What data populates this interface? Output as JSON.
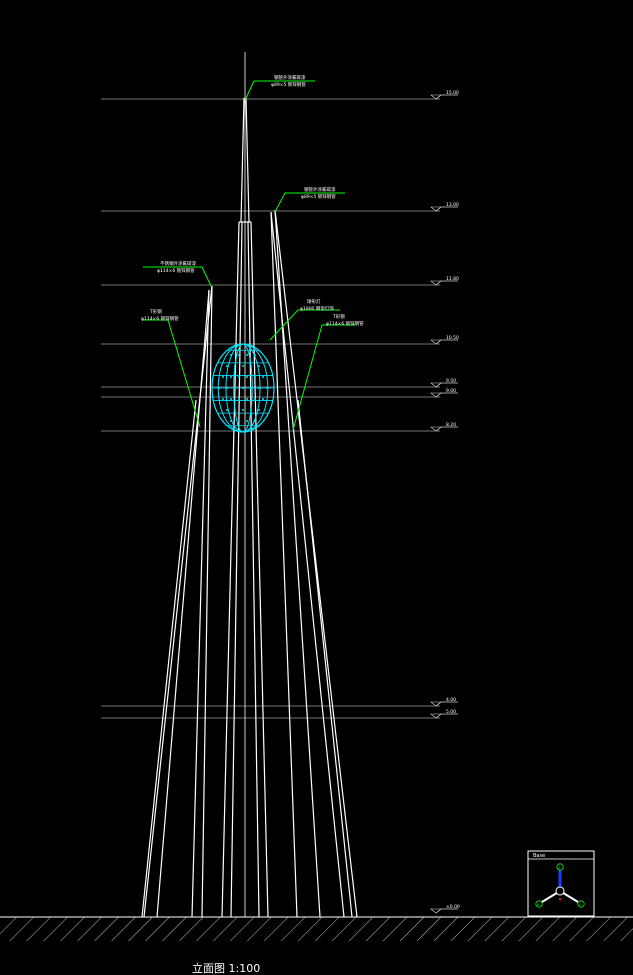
{
  "drawing": {
    "title": "立面图 1:100",
    "colors": {
      "background": "#000000",
      "structure": "#ffffff",
      "leader": "#00ff00",
      "sphere": "#00e5ff",
      "level_line": "#9a9a9a",
      "level_mark": "#cfcfcf",
      "text": "#ffffff"
    }
  },
  "elevation_levels": [
    {
      "label": "±0.00",
      "name": "level-ground"
    },
    {
      "label": "4.00",
      "name": "level-4"
    },
    {
      "label": "5.00",
      "name": "level-5"
    },
    {
      "label": "8.20",
      "name": "level-8-20"
    },
    {
      "label": "9.00",
      "name": "level-9-00"
    },
    {
      "label": "9.50",
      "name": "level-9-50"
    },
    {
      "label": "10.50",
      "name": "level-10-50"
    },
    {
      "label": "11.80",
      "name": "level-11-80"
    },
    {
      "label": "13.00",
      "name": "level-13-00"
    },
    {
      "label": "15.00",
      "name": "level-15-00"
    }
  ],
  "annotations": [
    {
      "name": "callout-top-spire",
      "line1": "钢管外涂氟碳漆",
      "line2": "φ89×5 镀锌钢管"
    },
    {
      "name": "callout-mid-spire",
      "line1": "钢管外涂氟碳漆",
      "line2": "φ89×5 镀锌钢管"
    },
    {
      "name": "callout-left-column",
      "line1": "不锈钢外涂氟碳漆",
      "line2": "φ114×6 镀锌钢管"
    },
    {
      "name": "callout-left-leg",
      "line1": "T形钢",
      "line2": "φ114×6 镀锌钢管"
    },
    {
      "name": "callout-sphere",
      "line1": "球形灯",
      "line2": "φ1800 网架灯饰"
    },
    {
      "name": "callout-right-leg",
      "line1": "T形钢",
      "line2": "φ114×6 镀锌钢管"
    }
  ],
  "ucs_box": {
    "title": "Base",
    "axis_labels": [
      "Z",
      "X",
      "Y"
    ]
  }
}
